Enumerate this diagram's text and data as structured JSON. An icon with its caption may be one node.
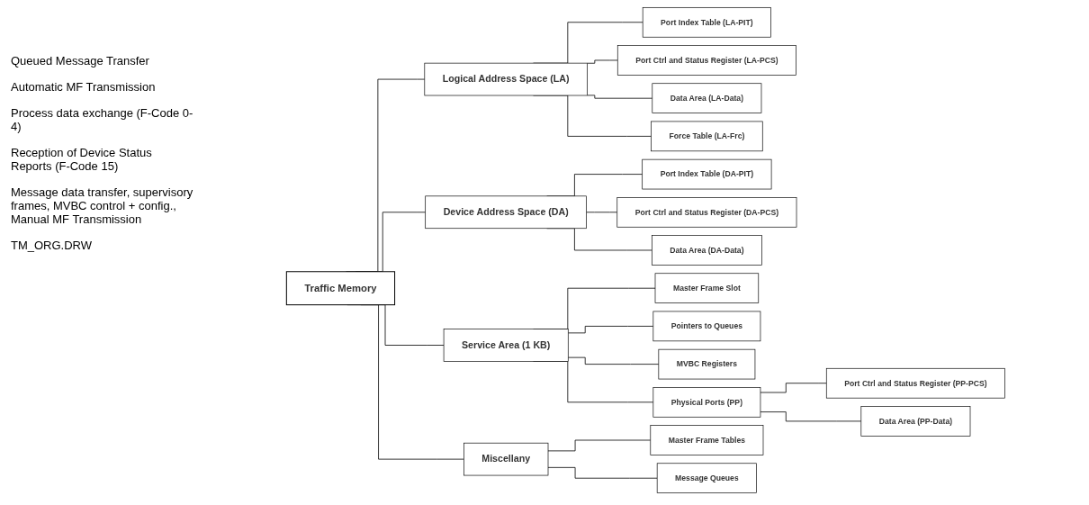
{
  "diagram": {
    "nodes": [
      {
        "text": [
          "Traffic Memory"
        ]
      },
      {
        "text": [
          "Logical Address Space (LA)"
        ]
      },
      {
        "text": [
          "Port Index Table (LA-PIT)"
        ]
      },
      {
        "text": [
          "Port Ctrl and Status Register (LA-PCS)"
        ]
      },
      {
        "text": [
          "Data Area (LA-Data)"
        ]
      },
      {
        "text": [
          "Force Table (LA-Frc)"
        ]
      },
      {
        "text": [
          "Device Address Space (DA)"
        ]
      },
      {
        "text": [
          "Port Index Table (DA-PIT)"
        ]
      },
      {
        "text": [
          "Port Ctrl and Status Register (DA-PCS)"
        ]
      },
      {
        "text": [
          "Data Area (DA-Data)"
        ]
      },
      {
        "text": [
          "Service Area (1 KB)"
        ]
      },
      {
        "text": [
          "Master Frame Slot"
        ]
      },
      {
        "text": [
          "Pointers to Queues"
        ]
      },
      {
        "text": [
          "MVBC Registers"
        ]
      },
      {
        "text": [
          "Physical Ports (PP)"
        ]
      },
      {
        "text": [
          "Port Ctrl and Status Register (PP-PCS)"
        ]
      },
      {
        "text": [
          "Data Area (PP-Data)"
        ]
      },
      {
        "text": [
          "Miscellany"
        ]
      },
      {
        "text": [
          "Master Frame Tables"
        ]
      },
      {
        "text": [
          "Message Queues"
        ]
      }
    ],
    "edges": [
      {
        "from": 0,
        "to": 1,
        "arrow": "none"
      },
      {
        "from": 0,
        "to": 6,
        "arrow": "none"
      },
      {
        "from": 0,
        "to": 10,
        "arrow": "none"
      },
      {
        "from": 0,
        "to": 17,
        "arrow": "none"
      },
      {
        "from": 1,
        "to": 2,
        "arrow": "none"
      },
      {
        "from": 1,
        "to": 3,
        "arrow": "none"
      },
      {
        "from": 1,
        "to": 4,
        "arrow": "none"
      },
      {
        "from": 1,
        "to": 5,
        "arrow": "none"
      },
      {
        "from": 6,
        "to": 7,
        "arrow": "none"
      },
      {
        "from": 6,
        "to": 8,
        "arrow": "none"
      },
      {
        "from": 6,
        "to": 9,
        "arrow": "none"
      },
      {
        "from": 10,
        "to": 11,
        "arrow": "none"
      },
      {
        "from": 10,
        "to": 12,
        "arrow": "none"
      },
      {
        "from": 10,
        "to": 13,
        "arrow": "none"
      },
      {
        "from": 10,
        "to": 14,
        "arrow": "none"
      },
      {
        "from": 14,
        "to": 15,
        "arrow": "none"
      },
      {
        "from": 14,
        "to": 16,
        "arrow": "none"
      },
      {
        "from": 17,
        "to": 18,
        "arrow": "none"
      },
      {
        "from": 17,
        "to": 19,
        "arrow": "none"
      }
    ],
    "labels": [
      "Queued Message Transfer",
      "Automatic MF Transmission",
      "Process data exchange (F-Code 0-4)",
      "Reception of Device Status Reports (F-Code 15)",
      "Message data transfer, supervisory frames, MVBC control + config., Manual MF Transmission",
      "TM_ORG.DRW"
    ]
  }
}
